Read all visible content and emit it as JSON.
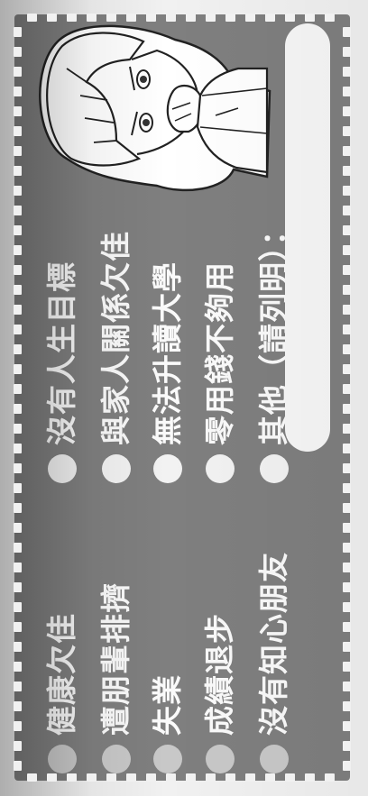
{
  "options": {
    "col1": [
      "健康欠佳",
      "遭朋輩排擠",
      "失業",
      "成績退步",
      "沒有知心朋友"
    ],
    "col2": [
      "沒有人生目標",
      "與家人關係欠佳",
      "無法升讀大學",
      "零用錢不夠用",
      "其他（請列明）："
    ]
  },
  "colors": {
    "card": "#7f7f7f",
    "bullet": "#f2f2f2",
    "text": "#fafafa",
    "background": "#f1f1f1"
  }
}
